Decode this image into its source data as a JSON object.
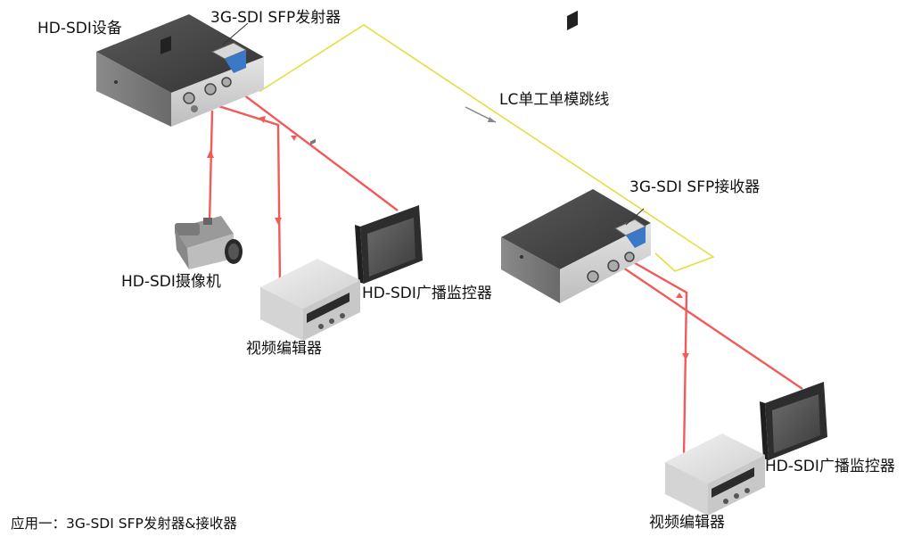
{
  "labels": {
    "hdsdi_device": "HD-SDI设备",
    "sfp_transmitter": "3G-SDI SFP发射器",
    "lc_patch_cord": "LC单工单模跳线",
    "sfp_receiver": "3G-SDI SFP接收器",
    "hdsdi_camera": "HD-SDI摄像机",
    "monitor_left": "HD-SDI广播监控器",
    "video_editor_left": "视频编辑器",
    "monitor_right": "HD-SDI广播监控器",
    "video_editor_right": "视频编辑器"
  },
  "caption": "应用一：3G-SDI SFP发射器&接收器",
  "colors": {
    "fiber": "#e0e040",
    "coax": "#f25a5a",
    "device_top": "#4a4a4a",
    "device_front": "#cfcfcf"
  }
}
